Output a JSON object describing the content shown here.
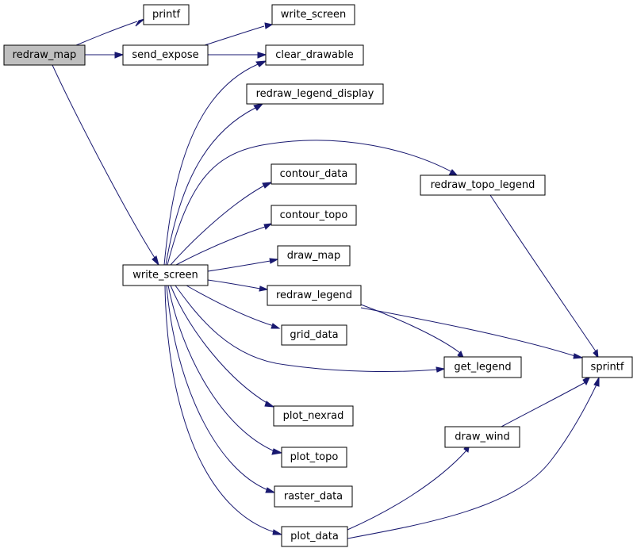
{
  "nodes": [
    {
      "id": "redraw_map",
      "label": "redraw_map",
      "root": true
    },
    {
      "id": "printf",
      "label": "printf"
    },
    {
      "id": "send_expose",
      "label": "send_expose"
    },
    {
      "id": "write_screen_top",
      "label": "write_screen"
    },
    {
      "id": "clear_drawable",
      "label": "clear_drawable"
    },
    {
      "id": "redraw_legend_display",
      "label": "redraw_legend_display"
    },
    {
      "id": "redraw_topo_legend",
      "label": "redraw_topo_legend"
    },
    {
      "id": "contour_data",
      "label": "contour_data"
    },
    {
      "id": "contour_topo",
      "label": "contour_topo"
    },
    {
      "id": "draw_map",
      "label": "draw_map"
    },
    {
      "id": "write_screen",
      "label": "write_screen"
    },
    {
      "id": "redraw_legend",
      "label": "redraw_legend"
    },
    {
      "id": "grid_data",
      "label": "grid_data"
    },
    {
      "id": "get_legend",
      "label": "get_legend"
    },
    {
      "id": "sprintf",
      "label": "sprintf"
    },
    {
      "id": "plot_nexrad",
      "label": "plot_nexrad"
    },
    {
      "id": "draw_wind",
      "label": "draw_wind"
    },
    {
      "id": "plot_topo",
      "label": "plot_topo"
    },
    {
      "id": "raster_data",
      "label": "raster_data"
    },
    {
      "id": "plot_data",
      "label": "plot_data"
    }
  ],
  "edges": [
    [
      "redraw_map",
      "printf"
    ],
    [
      "redraw_map",
      "send_expose"
    ],
    [
      "redraw_map",
      "write_screen"
    ],
    [
      "send_expose",
      "write_screen_top"
    ],
    [
      "send_expose",
      "clear_drawable"
    ],
    [
      "write_screen",
      "clear_drawable"
    ],
    [
      "write_screen",
      "redraw_legend_display"
    ],
    [
      "write_screen",
      "redraw_topo_legend"
    ],
    [
      "write_screen",
      "contour_data"
    ],
    [
      "write_screen",
      "contour_topo"
    ],
    [
      "write_screen",
      "draw_map"
    ],
    [
      "write_screen",
      "redraw_legend"
    ],
    [
      "write_screen",
      "grid_data"
    ],
    [
      "write_screen",
      "get_legend"
    ],
    [
      "write_screen",
      "plot_nexrad"
    ],
    [
      "write_screen",
      "plot_topo"
    ],
    [
      "write_screen",
      "raster_data"
    ],
    [
      "write_screen",
      "plot_data"
    ],
    [
      "redraw_topo_legend",
      "sprintf"
    ],
    [
      "redraw_legend",
      "get_legend"
    ],
    [
      "redraw_legend",
      "sprintf"
    ],
    [
      "draw_wind",
      "sprintf"
    ],
    [
      "plot_data",
      "draw_wind"
    ],
    [
      "plot_data",
      "sprintf"
    ]
  ]
}
